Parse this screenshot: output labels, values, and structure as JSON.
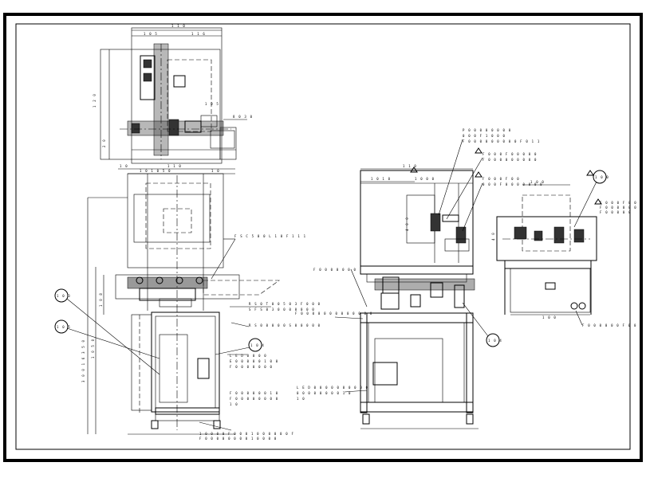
{
  "drawing": {
    "views": [
      "top-view",
      "front-view",
      "side-view",
      "detail-view"
    ],
    "balloons": [
      "",
      "",
      "",
      "",
      "",
      ""
    ]
  }
}
